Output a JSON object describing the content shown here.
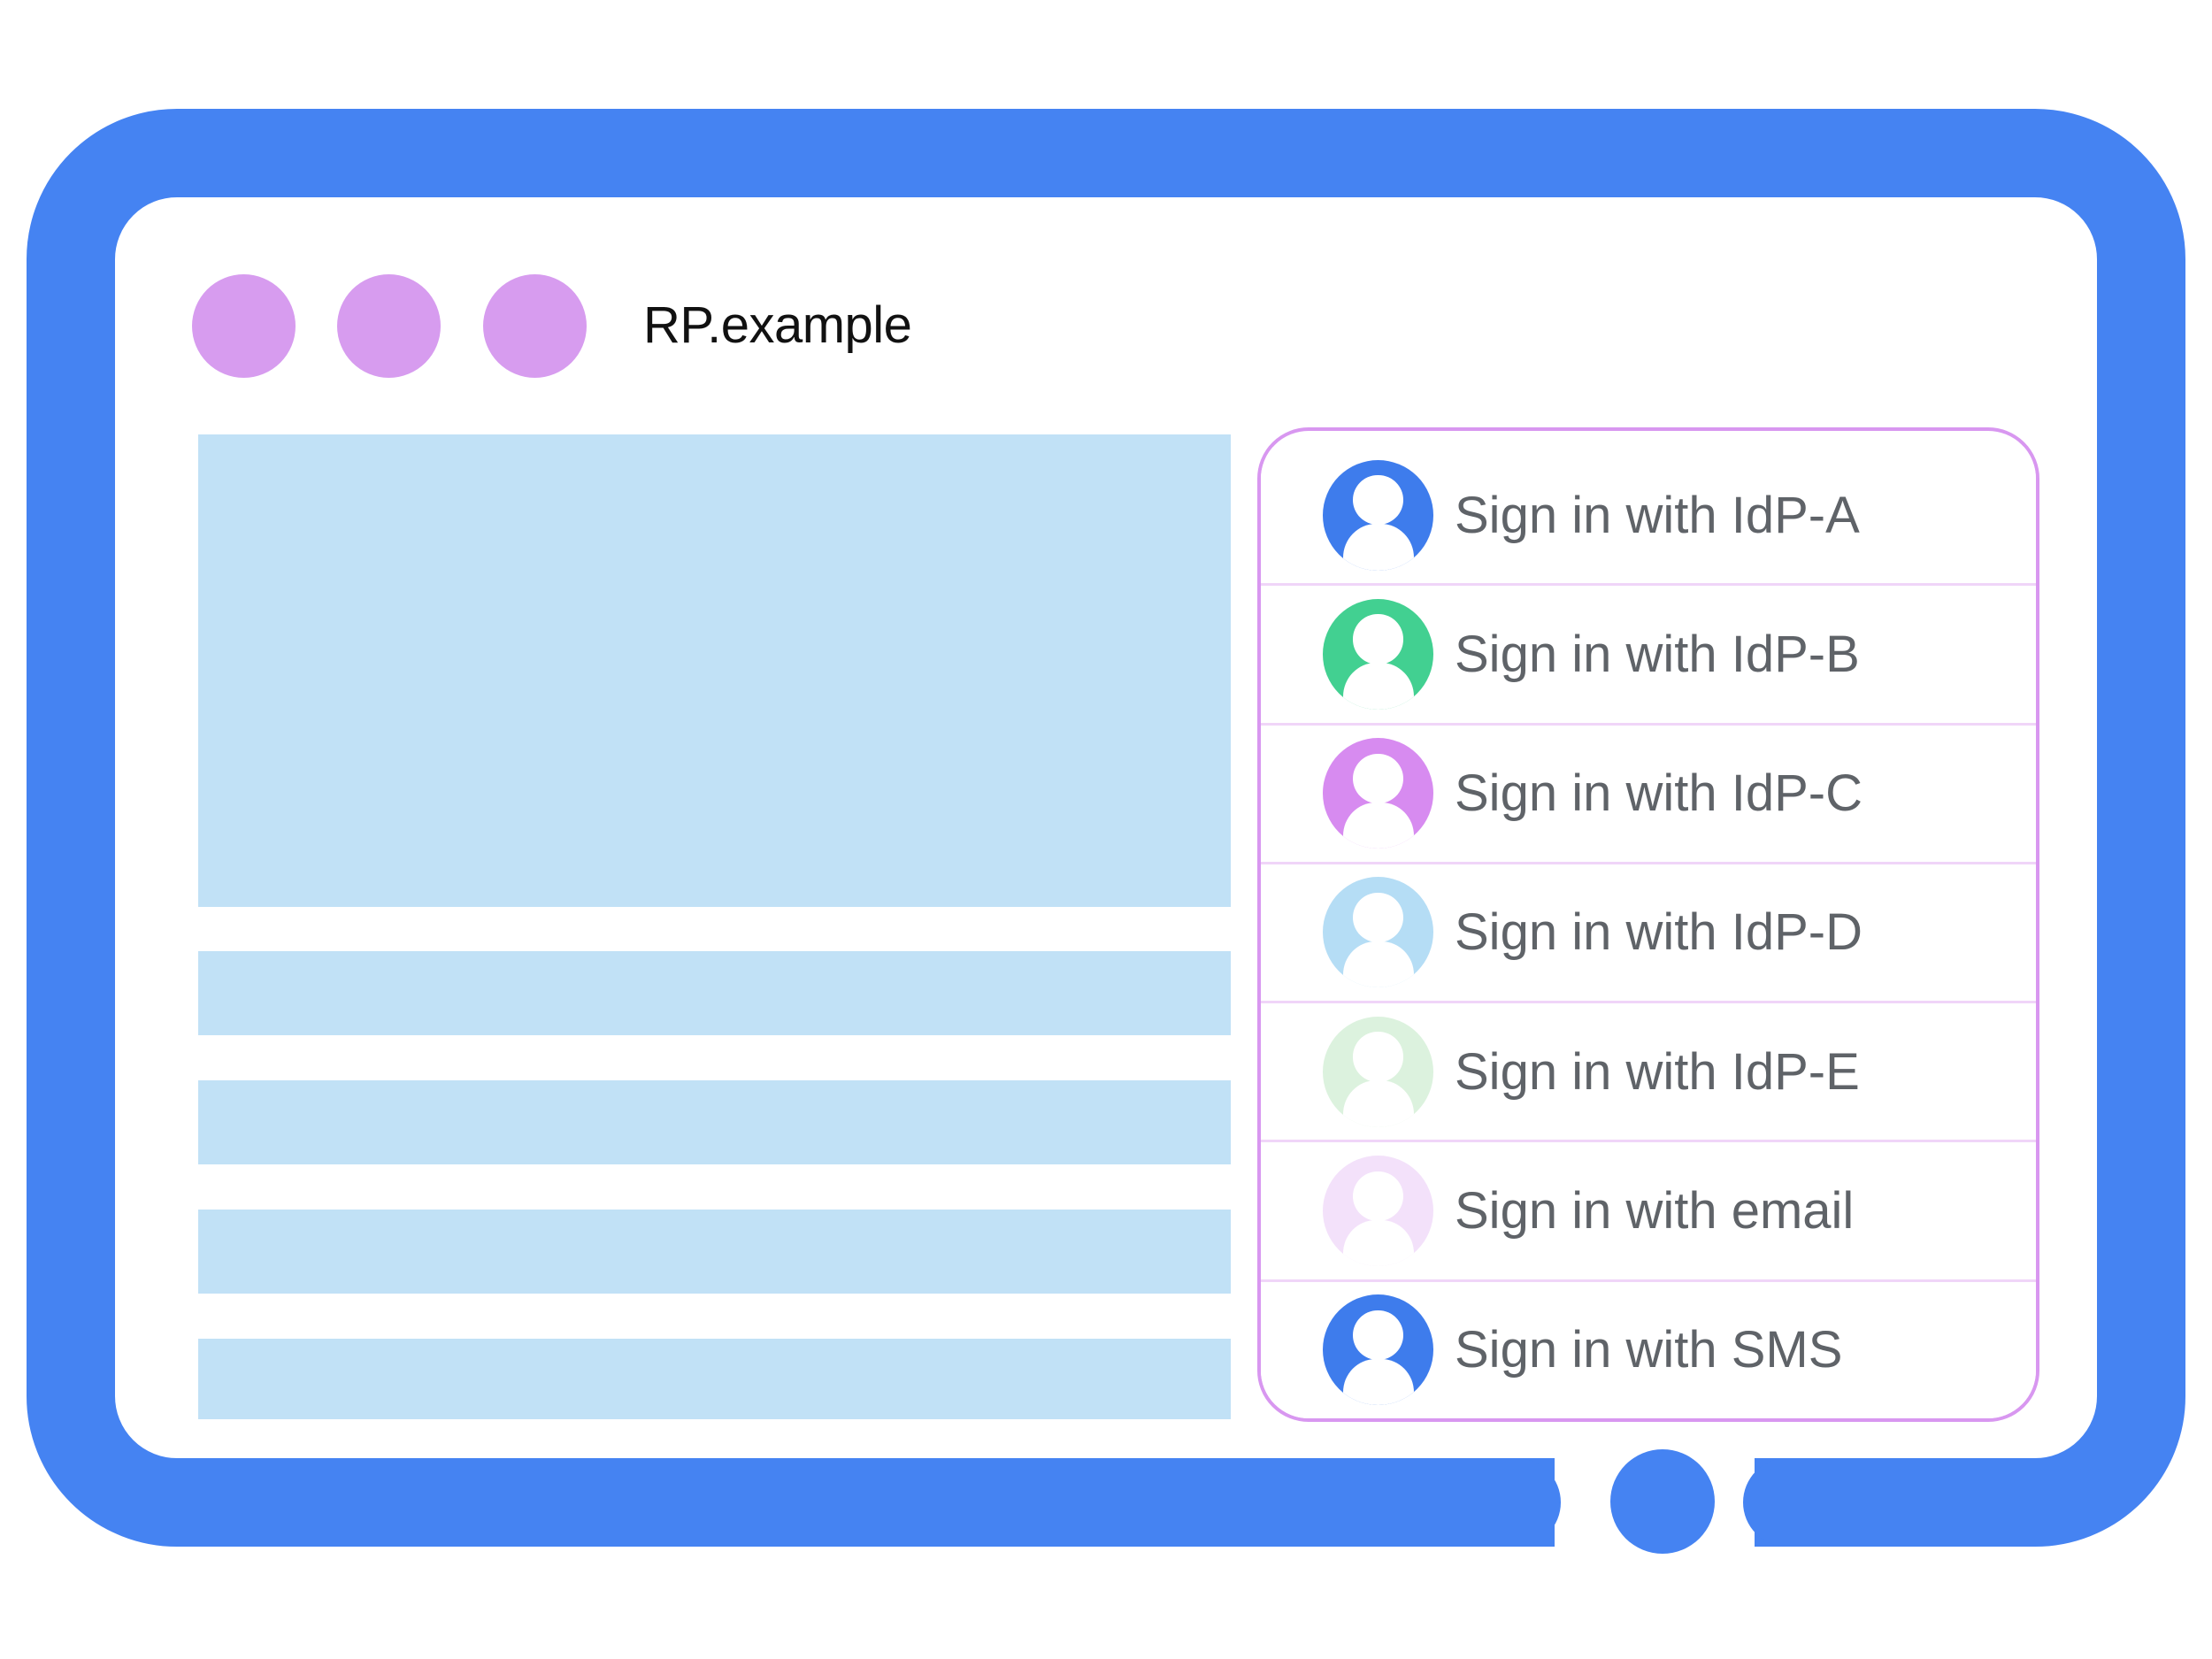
{
  "window": {
    "title": "RP.example",
    "frame_color": "#4583F2",
    "dot_color": "#D79CEF",
    "dots": [
      {
        "icon": "window-dot-icon"
      },
      {
        "icon": "window-dot-icon"
      },
      {
        "icon": "window-dot-icon"
      }
    ]
  },
  "content": {
    "placeholder_color": "#C1E1F6",
    "blocks": [
      "hero-placeholder",
      "text-line-placeholder",
      "text-line-placeholder",
      "text-line-placeholder",
      "text-line-placeholder"
    ]
  },
  "signin_panel": {
    "border_color": "#D897F0",
    "divider_color": "#F0D5F8",
    "label_color": "#5F6368",
    "items": [
      {
        "label": "Sign in with IdP-A",
        "avatar_icon": "user-avatar-icon",
        "avatar_color": "#3E7CEC"
      },
      {
        "label": "Sign in with IdP-B",
        "avatar_icon": "user-avatar-icon",
        "avatar_color": "#42D091"
      },
      {
        "label": "Sign in with IdP-C",
        "avatar_icon": "user-avatar-icon",
        "avatar_color": "#D78BF0"
      },
      {
        "label": "Sign in with IdP-D",
        "avatar_icon": "user-avatar-icon",
        "avatar_color": "#B5DDF5"
      },
      {
        "label": "Sign in with IdP-E",
        "avatar_icon": "user-avatar-icon",
        "avatar_color": "#DCF2DE"
      },
      {
        "label": "Sign in with email",
        "avatar_icon": "user-avatar-icon",
        "avatar_color": "#F3E1FA"
      },
      {
        "label": "Sign in with SMS",
        "avatar_icon": "user-avatar-icon",
        "avatar_color": "#3E7CEC"
      }
    ]
  },
  "home_button": {
    "color": "#4583F2",
    "icon": "home-button-circle-icon"
  }
}
